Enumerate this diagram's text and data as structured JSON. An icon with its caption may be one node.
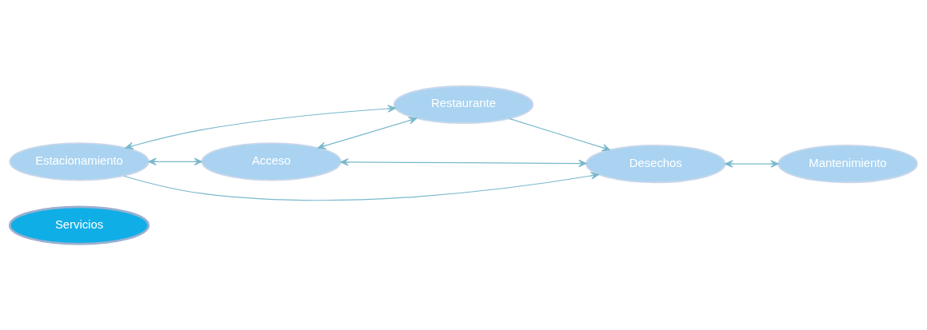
{
  "diagram": {
    "nodes": [
      {
        "text": [
          "Servicios"
        ]
      },
      {
        "text": [
          "Estacionamiento"
        ]
      },
      {
        "text": [
          "Acceso"
        ]
      },
      {
        "text": [
          "Restaurante"
        ]
      },
      {
        "text": [
          "Desechos"
        ]
      },
      {
        "text": [
          "Mantenimiento"
        ]
      }
    ],
    "edges": [
      {
        "from": 1,
        "to": 2,
        "arrow": "both"
      },
      {
        "from": 1,
        "to": 3,
        "arrow": "both"
      },
      {
        "from": 1,
        "to": 4,
        "arrow": "to"
      },
      {
        "from": 2,
        "to": 3,
        "arrow": "both"
      },
      {
        "from": 2,
        "to": 4,
        "arrow": "both"
      },
      {
        "from": 3,
        "to": 4,
        "arrow": "to"
      },
      {
        "from": 4,
        "to": 5,
        "arrow": "both"
      }
    ]
  }
}
